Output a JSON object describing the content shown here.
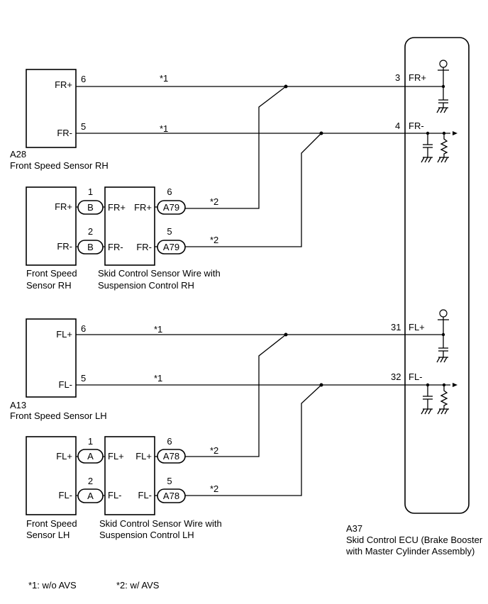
{
  "rh": {
    "a28": {
      "code": "A28",
      "name": "Front Speed Sensor RH",
      "pin_plus": "FR+",
      "pin_minus": "FR-",
      "num_plus": "6",
      "num_minus": "5",
      "wire_plus": "*1",
      "wire_minus": "*1"
    },
    "sensor": {
      "label_line1": "Front Speed",
      "label_line2": "Sensor RH",
      "pin_plus": "FR+",
      "pin_minus": "FR-"
    },
    "plug": {
      "num_plus": "1",
      "num_minus": "2",
      "plus": "B",
      "minus": "B"
    },
    "wire": {
      "left_plus": "FR+",
      "left_minus": "FR-",
      "right_plus": "FR+",
      "right_minus": "FR-",
      "label_line1": "Skid Control Sensor Wire with",
      "label_line2": "Suspension Control RH"
    },
    "conn": {
      "code_plus": "A79",
      "code_minus": "A79",
      "num_plus": "6",
      "num_minus": "5",
      "wire_plus": "*2",
      "wire_minus": "*2"
    },
    "ecu": {
      "num_plus": "3",
      "num_minus": "4",
      "pin_plus": "FR+",
      "pin_minus": "FR-"
    }
  },
  "lh": {
    "a13": {
      "code": "A13",
      "name": "Front Speed Sensor LH",
      "pin_plus": "FL+",
      "pin_minus": "FL-",
      "num_plus": "6",
      "num_minus": "5",
      "wire_plus": "*1",
      "wire_minus": "*1"
    },
    "sensor": {
      "label_line1": "Front Speed",
      "label_line2": "Sensor LH",
      "pin_plus": "FL+",
      "pin_minus": "FL-"
    },
    "plug": {
      "num_plus": "1",
      "num_minus": "2",
      "plus": "A",
      "minus": "A"
    },
    "wire": {
      "left_plus": "FL+",
      "left_minus": "FL-",
      "right_plus": "FL+",
      "right_minus": "FL-",
      "label_line1": "Skid Control Sensor Wire with",
      "label_line2": "Suspension Control LH"
    },
    "conn": {
      "code_plus": "A78",
      "code_minus": "A78",
      "num_plus": "6",
      "num_minus": "5",
      "wire_plus": "*2",
      "wire_minus": "*2"
    },
    "ecu": {
      "num_plus": "31",
      "num_minus": "32",
      "pin_plus": "FL+",
      "pin_minus": "FL-"
    }
  },
  "ecu": {
    "code": "A37",
    "label_line1": "Skid Control ECU (Brake Booster",
    "label_line2": "with Master Cylinder Assembly)"
  },
  "notes": {
    "n1": "*1: w/o AVS",
    "n2": "*2: w/ AVS"
  }
}
